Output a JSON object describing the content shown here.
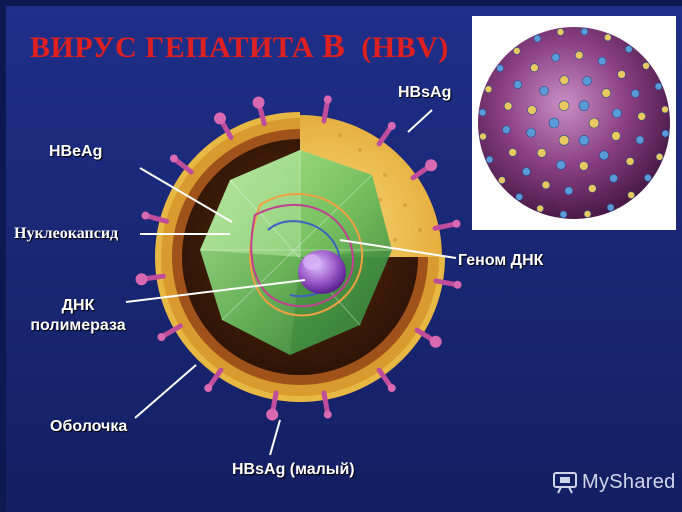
{
  "title": {
    "main": "ВИРУС ГЕПАТИТА",
    "letter": "B",
    "abbr": "(HBV)"
  },
  "labels": {
    "hbsag": "HBsAg",
    "hbeag": "HBeAg",
    "nucleocapsid": "Нуклеокапсид",
    "genome": "Геном ДНК",
    "polymerase_line1": "ДНК",
    "polymerase_line2": "полимераза",
    "envelope": "Оболочка",
    "hbsag_small": "HBsAg (малый)"
  },
  "watermark": {
    "text": "MyShared",
    "icon": "presentation-board-icon"
  },
  "colors": {
    "background": "#1c2a80",
    "title": "#e02020",
    "envelope": "#e8b844",
    "spike": "#c04c9c",
    "capsid": "#7ec86a",
    "genome_core": "#9a5ac8",
    "label": "#ffffff"
  }
}
